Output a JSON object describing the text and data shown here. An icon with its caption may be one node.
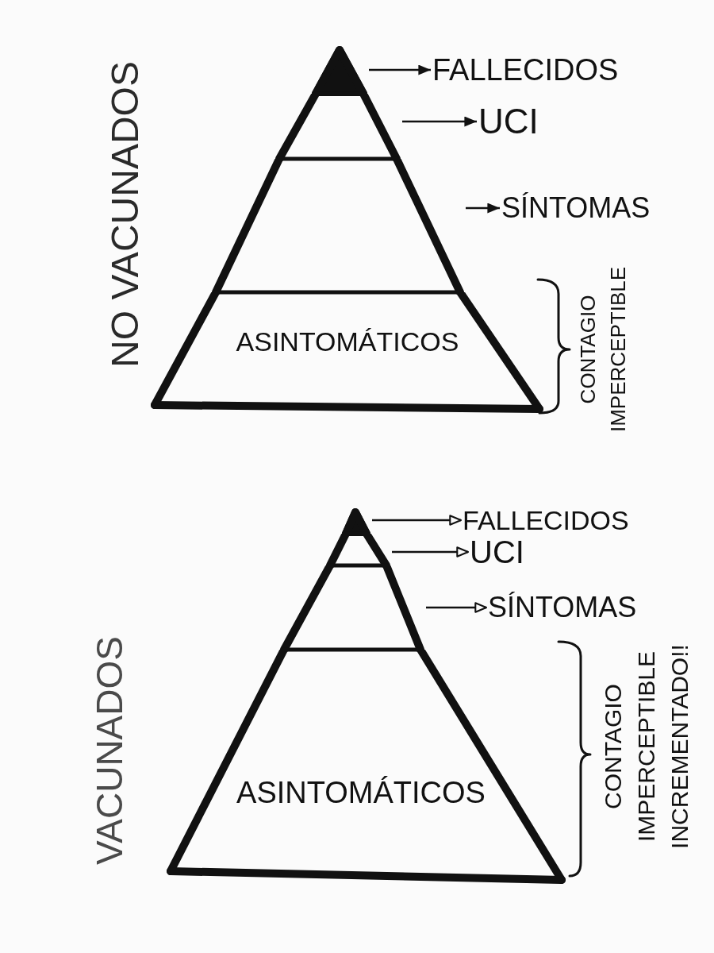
{
  "diagram": {
    "nodes": [
      {
        "text": [],
        "shape": "triangle"
      },
      {
        "text": [],
        "shape": "trapezoid"
      },
      {
        "text": [],
        "shape": "trapezoid"
      },
      {
        "text": [
          "ASINTOMÁTICOS"
        ],
        "beside": [
          "CONTAGIO IMPERCEPTIBLE"
        ]
      },
      {
        "text": [
          "FALLECIDOS"
        ]
      },
      {
        "text": [
          "UCI"
        ]
      },
      {
        "text": [
          "SÍNTOMAS"
        ]
      },
      {
        "text": [],
        "shape": "triangle"
      },
      {
        "text": [],
        "shape": "trapezoid"
      },
      {
        "text": [],
        "shape": "trapezoid"
      },
      {
        "text": [
          "ASINTOMÁTICOS"
        ],
        "beside": [
          "CONTAGIO IMPERCEPTIBLE INCREMENTADO!!"
        ]
      },
      {
        "text": [
          "FALLECIDOS"
        ]
      },
      {
        "text": [
          "UCI"
        ]
      },
      {
        "text": [
          "SÍNTOMAS"
        ]
      }
    ],
    "edges": [
      {
        "from": 0,
        "to": 4,
        "arrow": "to"
      },
      {
        "from": 1,
        "to": 5,
        "arrow": "to"
      },
      {
        "from": 2,
        "to": 6,
        "arrow": "to"
      },
      {
        "from": 7,
        "to": 11,
        "arrow": "to"
      },
      {
        "from": 8,
        "to": 12,
        "arrow": "to"
      },
      {
        "from": 9,
        "to": 13,
        "arrow": "to"
      }
    ],
    "labels": [
      "NO VACUNADOS",
      "VACUNADOS"
    ]
  }
}
